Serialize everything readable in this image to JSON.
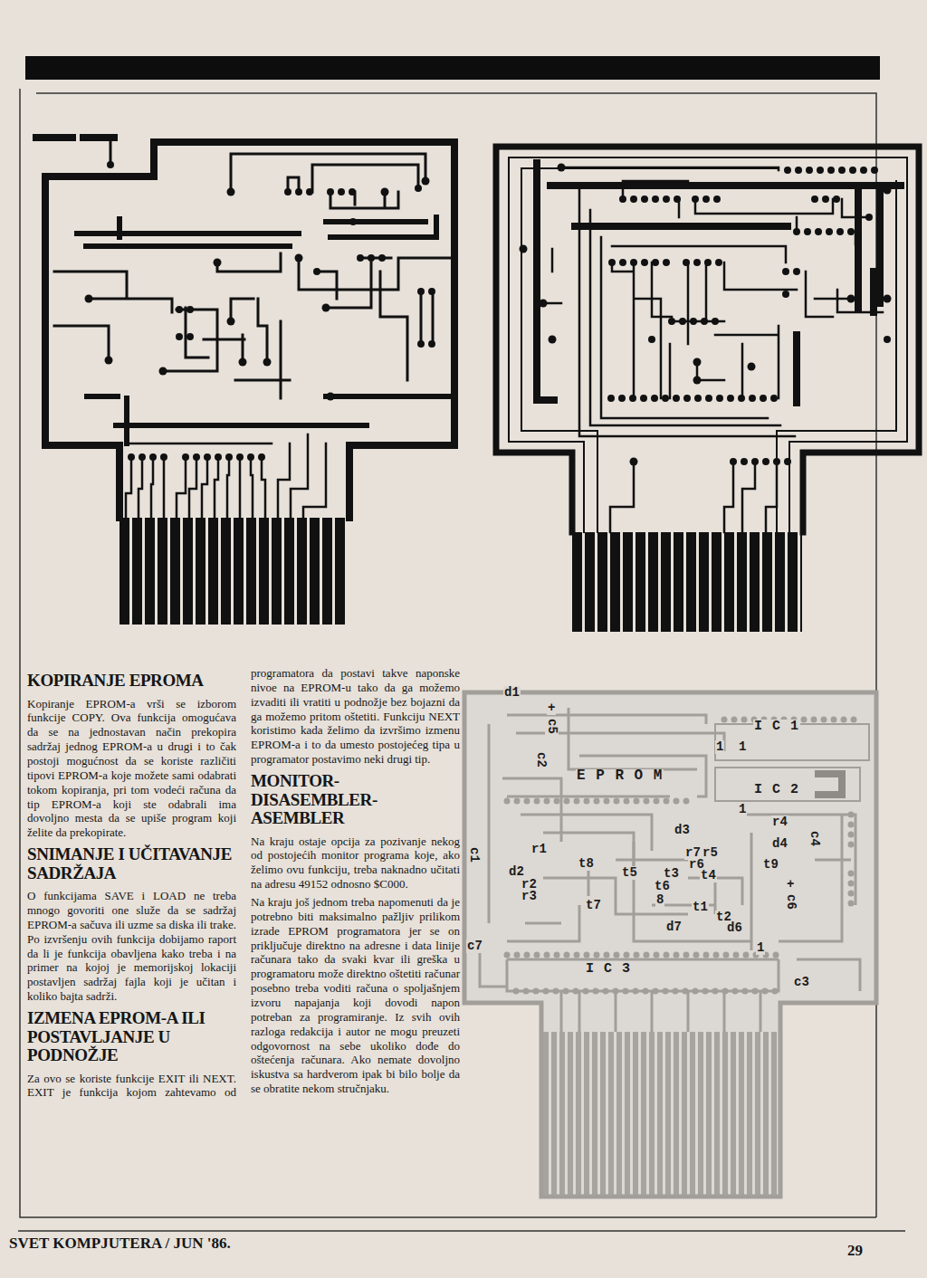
{
  "diagram": {
    "labels": [
      "KOPIRANJE EPROMA",
      "Kopiranje EPROM-a vrši se izborom funkcije COPY. Ova funkcija omogućava da se na jednostavan način prekopira sadržaj jednog EPROM-a u drugi i to čak postoji mogućnost da se koriste različiti tipovi EPROM-a koje možete sami odabrati tokom kopiranja, pri tom vodeći računa da tip EPROM-a koji ste odabrali ima dovoljno mesta da se upiše program koji želite da prekopirate.",
      "SNIMANJE I UČITAVANJE SADRŽAJA",
      "O funkcijama SAVE i LOAD ne treba mnogo govoriti one služe da se sadržaj EPROM-a sačuva ili uzme sa diska ili trake. Po izvršenju ovih funkcija dobijamo raport da li je funkcija obavljena kako treba i na primer na kojoj je memorijskoj lokaciji postavljen sadržaj fajla koji je učitan i koliko bajta sadrži.",
      "IZMENA EPROM-A ILI POSTAVLJANJE U PODNOŽJE",
      "Za ovo se koriste funkcije EXIT ili NEXT. EXIT je funkcija kojom zahtevamo od programatora da postavi takve naponske nivoe na EPROM-u tako da ga možemo izvaditi ili vratiti u podnožje bez bojazni da ga možemo pritom oštetiti. Funkciju NEXT koristimo kada želimo da izvršimo izmenu EPROM-a i to da umesto postojećeg tipa u programator postavimo neki drugi tip.",
      "MONITOR-DISASEMBLER-ASEMBLER",
      "Na kraju ostaje opcija za pozivanje nekog od postojećih monitor programa koje, ako želimo ovu funkciju, treba naknadno učitati na adresu 49152 odnosno $C000.",
      "Na kraju još jednom treba napomenuti da je potrebno biti maksimalno pažljiv prilikom izrade EPROM programatora jer se on priključuje direktno na adresne i data linije računara tako da svaki kvar ili greška u programatoru može direktno oštetiti računar posebno treba voditi računa o spoljašnjem izvoru napajanja koji dovodi napon potreban za programiranje. Iz svih ovih razloga redakcija i autor ne mogu preuzeti odgovornost na sebe ukoliko dođe do oštećenja računara. Ako nemate dovoljno iskustva sa hardverom ipak bi bilo bolje da se obratite nekom stručnjaku.",
      "SVET KOMPJUTERA / JUN '86.",
      "29",
      "d1",
      "+",
      "c5",
      "c2",
      "E P R O M",
      "I C 1",
      "1",
      "1",
      "I C 2",
      "1",
      "r4",
      "d3",
      "c4",
      "d4",
      "c1",
      "r1",
      "t8",
      "r7",
      "r5",
      "r6",
      "t9",
      "d2",
      "t5",
      "t3",
      "t4",
      "r2",
      "r3",
      "+",
      "t6",
      "8",
      "c6",
      "t7",
      "t1",
      "t2",
      "d6",
      "d7",
      "c7",
      "1",
      "I C 3",
      "c3"
    ]
  }
}
